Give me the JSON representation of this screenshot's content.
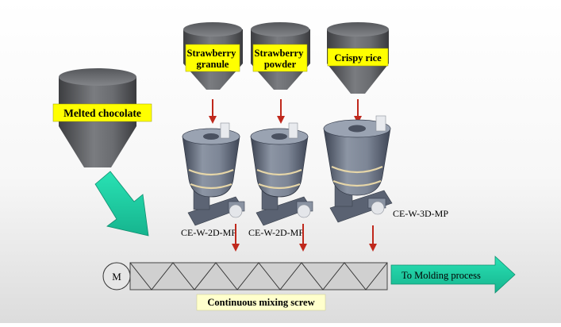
{
  "hoppers": {
    "melted_chocolate": "Melted chocolate",
    "strawberry_granule": "Strawberry\ngranule",
    "strawberry_powder": "Strawberry\npowder",
    "crispy_rice": "Crispy rice"
  },
  "feeders": {
    "feeder_1": "CE-W-2D-MP",
    "feeder_2": "CE-W-2D-MP",
    "feeder_3": "CE-W-3D-MP"
  },
  "screw": {
    "motor_label": "M",
    "caption": "Continuous mixing screw"
  },
  "output": {
    "label": "To Molding process"
  },
  "colors": {
    "label_yellow": "#ffff00",
    "caption_yellow": "#ffffcc",
    "teal_arrow": "#1fd1a4",
    "red_arrow": "#c0281c",
    "hopper_gray": "#606266",
    "feeder_blue_gray": "#7e8796"
  }
}
